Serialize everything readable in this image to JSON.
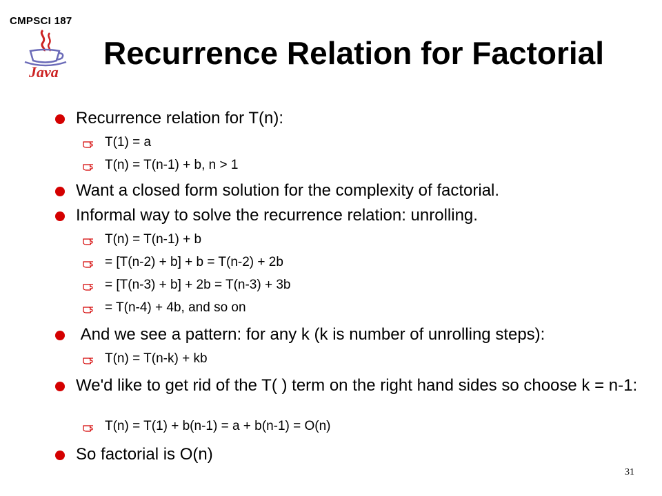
{
  "header": {
    "course": "CMPSCI 187",
    "title": "Recurrence Relation for Factorial"
  },
  "logo": {
    "icon": "java-coffee-cup-icon",
    "text": "Java",
    "colors": {
      "cup": "#6b6bb8",
      "steam": "#cc2222",
      "text": "#cc2222"
    }
  },
  "colors": {
    "bullet": "#d40000"
  },
  "items": [
    {
      "level": 1,
      "text": "Recurrence relation for T(n):"
    },
    {
      "level": 2,
      "text": "T(1) = a"
    },
    {
      "level": 2,
      "text": "T(n) = T(n-1) + b, n > 1"
    },
    {
      "level": 1,
      "text": "Want a closed form solution for the complexity of factorial."
    },
    {
      "level": 1,
      "text": "Informal way to solve the recurrence relation: unrolling."
    },
    {
      "level": 2,
      "text": "T(n) = T(n-1) + b"
    },
    {
      "level": 2,
      "text": "= [T(n-2) + b] + b = T(n-2) + 2b"
    },
    {
      "level": 2,
      "text": "= [T(n-3) + b] + 2b = T(n-3) + 3b"
    },
    {
      "level": 2,
      "text": "= T(n-4) + 4b, and so on"
    },
    {
      "level": 1,
      "text": " And we see a pattern: for any k (k is number of unrolling steps):"
    },
    {
      "level": 2,
      "text": "T(n) = T(n-k) + kb"
    },
    {
      "level": 1,
      "text": "We'd like to get rid of the T( ) term on the right hand sides so choose k = n-1:"
    },
    {
      "level": 2,
      "text": "T(n) = T(1) + b(n-1) = a + b(n-1) = O(n)"
    },
    {
      "level": 1,
      "text": "So factorial is O(n)"
    }
  ],
  "page_number": "31"
}
